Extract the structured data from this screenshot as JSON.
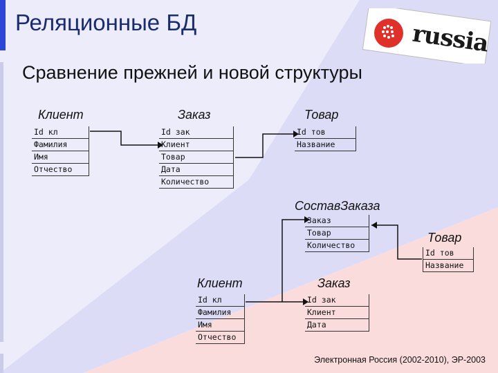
{
  "slide": {
    "title": "Реляционные БД",
    "subtitle": "Сравнение прежней и новой структуры",
    "footer": "Электронная Россия (2002-2010), ЭР-2003",
    "logo_text": "russia",
    "colors": {
      "title": "#1a2b6e",
      "bg_blue": "#dcdcf7",
      "bg_pink": "#fadcdc",
      "logo_red": "#e0302a"
    }
  },
  "old_structure": {
    "client": {
      "title": "Клиент",
      "fields": [
        "Id кл",
        "Фамилия",
        "Имя",
        "Отчество"
      ]
    },
    "order": {
      "title": "Заказ",
      "fields": [
        "Id зак",
        "Клиент",
        "Товар",
        "Дата",
        "Количество"
      ]
    },
    "product": {
      "title": "Товар",
      "fields": [
        "Id тов",
        "Название"
      ]
    }
  },
  "new_structure": {
    "order_item": {
      "title": "СоставЗаказа",
      "fields": [
        "Заказ",
        "Товар",
        "Количество"
      ]
    },
    "product": {
      "title": "Товар",
      "fields": [
        "Id тов",
        "Название"
      ]
    },
    "client": {
      "title": "Клиент",
      "fields": [
        "Id кл",
        "Фамилия",
        "Имя",
        "Отчество"
      ]
    },
    "order": {
      "title": "Заказ",
      "fields": [
        "Id зак",
        "Клиент",
        "Дата"
      ]
    }
  }
}
